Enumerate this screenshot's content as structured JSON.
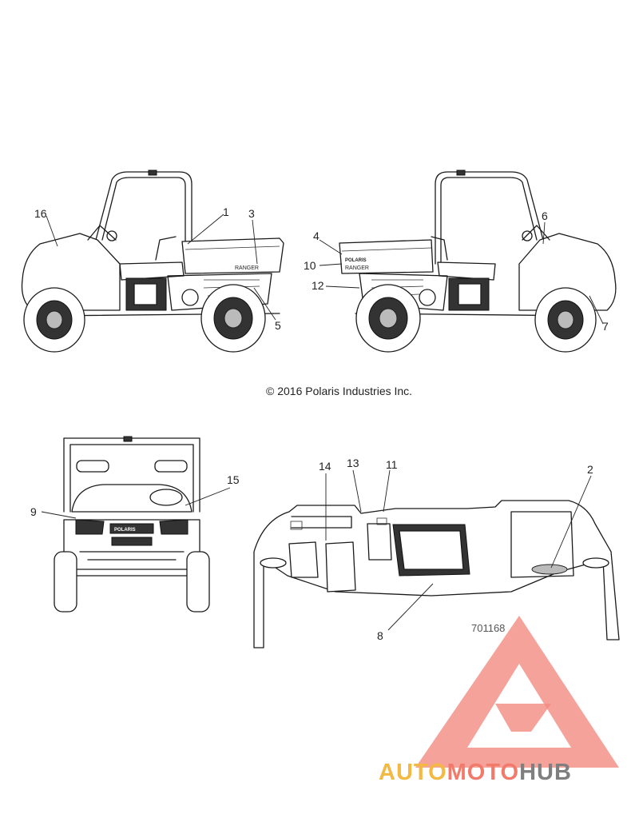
{
  "diagram": {
    "copyright": "© 2016 Polaris Industries Inc.",
    "part_number": "701168",
    "decal_brand": "POLARIS",
    "decal_model": "RANGER",
    "callouts": [
      "1",
      "2",
      "3",
      "4",
      "5",
      "6",
      "7",
      "8",
      "9",
      "10",
      "11",
      "12",
      "13",
      "14",
      "15",
      "16"
    ]
  },
  "watermark": {
    "word_auto": "AUTO",
    "word_moto": "MOTO",
    "word_hub": "HUB",
    "colors": {
      "auto": "#f4b942",
      "moto": "#f27a6b",
      "hub": "#7f7f7f",
      "triangle": "#f28b82"
    }
  }
}
